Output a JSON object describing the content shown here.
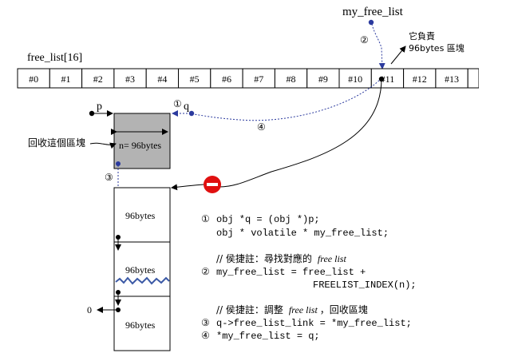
{
  "diagram": {
    "pointer_name": "my_free_list",
    "array_label": "free_list[16]",
    "slots": [
      "#0",
      "#1",
      "#2",
      "#3",
      "#4",
      "#5",
      "#6",
      "#7",
      "#8",
      "#9",
      "#10",
      "#11",
      "#12",
      "#13",
      "#"
    ],
    "highlighted_slot": "#11",
    "slot_note_line1": "它負責",
    "slot_note_line2": "96bytes 區塊",
    "p_label": "p",
    "q_label": "q",
    "recycle_label": "回收這個區塊",
    "block_size_label": "n= 96bytes",
    "list_blocks": [
      "96bytes",
      "96bytes",
      "96bytes"
    ],
    "null_label": "0",
    "markers": {
      "m1": "①",
      "m2": "②",
      "m3": "③",
      "m4": "④"
    },
    "colors": {
      "blue": "#2b3a9e",
      "gray_block": "#b3b3b3",
      "stop_red": "#e01010",
      "zigzag": "#3c5aa6"
    }
  },
  "code": {
    "line1_num": "①",
    "line1": "obj *q = (obj *)p;",
    "line2": "obj * volatile * my_free_list;",
    "comment1_prefix": "// 侯捷註：尋找對應的",
    "comment1_em": "free list",
    "line3_num": "②",
    "line3": "my_free_list = free_list +",
    "line4": "FREELIST_INDEX(n);",
    "comment2_prefix": "// 侯捷註：調整",
    "comment2_em": "free list",
    "comment2_suffix": "，回收區塊",
    "line5_num": "③",
    "line5": "q->free_list_link = *my_free_list;",
    "line6_num": "④",
    "line6": "*my_free_list = q;"
  }
}
